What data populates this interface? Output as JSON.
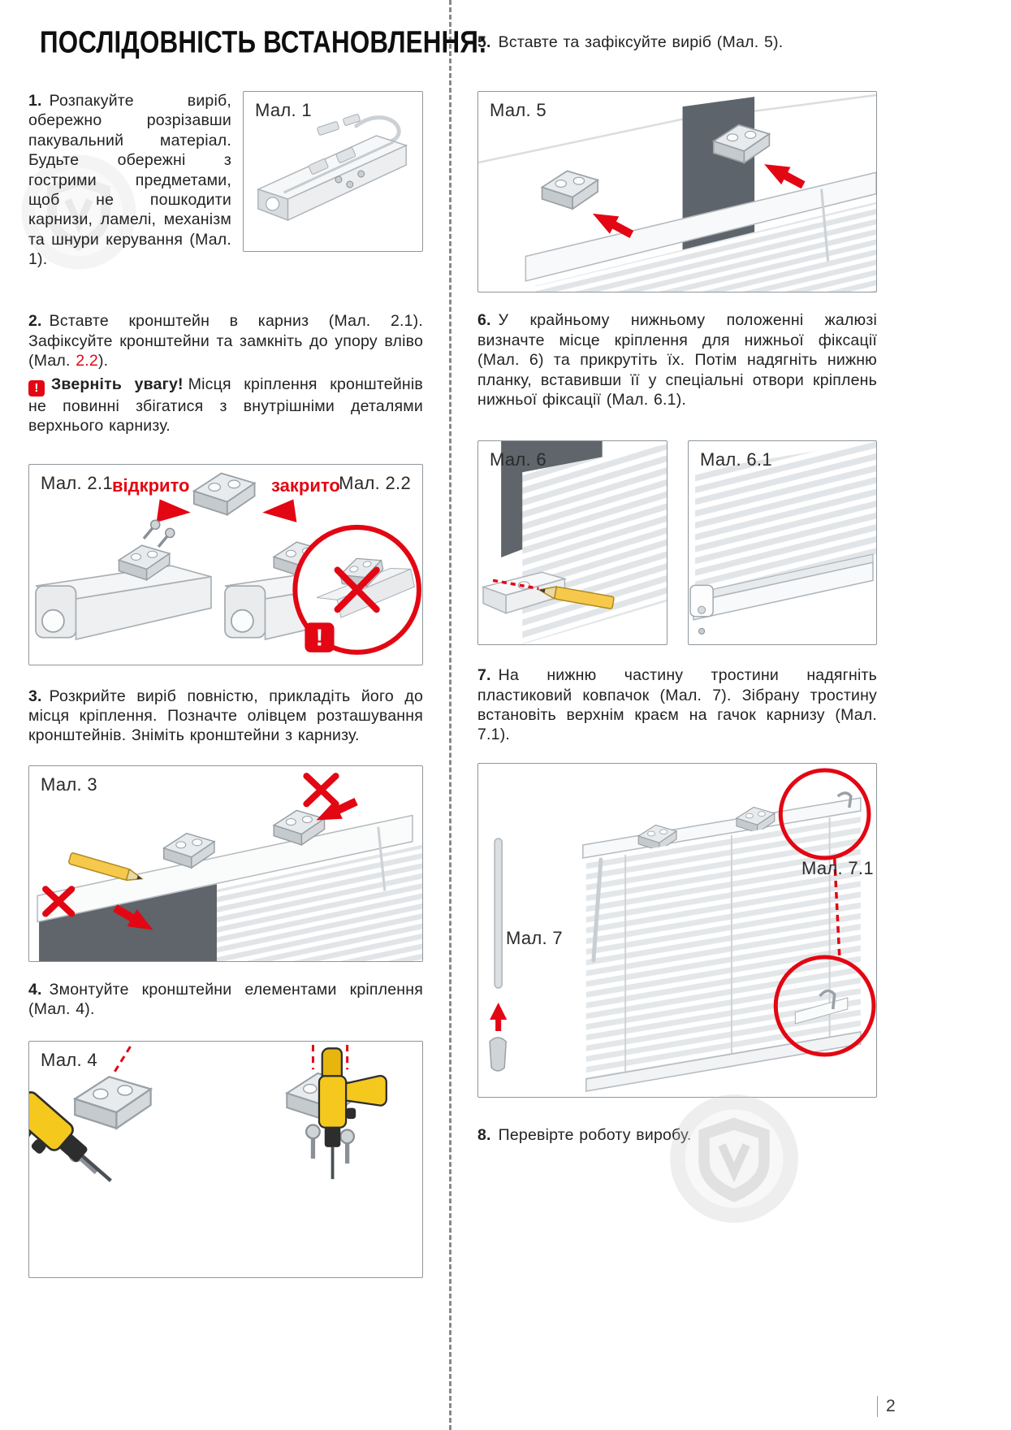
{
  "title": "ПОСЛІДОВНІСТЬ ВСТАНОВЛЕННЯ:",
  "page": {
    "number": "2"
  },
  "accent_red": "#e30613",
  "steps": {
    "s1": {
      "num": "1.",
      "text": "Розпакуйте виріб, обережно розрізавши пакувальний матеріал. Будьте обережні з гострими предметами, щоб не пошкодити карнизи, ламелі, механізм та шнури керування (Мал. 1)."
    },
    "s2": {
      "num": "2.",
      "text_a": "Вставте кронштейн в карниз (Мал. 2.1). Зафіксуйте кронштейни та замкніть до упору вліво (Мал. ",
      "text_red": "2.2",
      "text_b": ")."
    },
    "s2_warning": {
      "icon": "!",
      "bold": "Зверніть увагу!",
      "text": "Місця кріплення кронштейнів не повинні збігатися з внутрішніми деталями верхнього карнизу."
    },
    "s3": {
      "num": "3.",
      "text": "Розкрийте виріб повністю, прикладіть його до місця кріплення. Позначте олівцем розташування кронштейнів. Зніміть кронштейни з карнизу."
    },
    "s4": {
      "num": "4.",
      "text": "Змонтуйте кронштейни елементами кріплення (Мал. 4)."
    },
    "s5": {
      "num": "5.",
      "text": "Вставте та зафіксуйте виріб (Мал. 5)."
    },
    "s6": {
      "num": "6.",
      "text": "У крайньому нижньому положенні жалюзі визначте місце кріплення для нижньої фіксації (Мал. 6) та прикрутіть їх. Потім надягніть нижню планку, вставивши її у спеціальні отвори кріплень нижньої фіксації (Мал. 6.1)."
    },
    "s7": {
      "num": "7.",
      "text": "На нижню частину тростини надягніть пластиковий ковпачок (Мал. 7). Зібрану тростину встановіть верхнім краєм на гачок карнизу (Мал. 7.1)."
    },
    "s8": {
      "num": "8.",
      "text": "Перевірте роботу виробу."
    }
  },
  "figures": {
    "f1": {
      "label": "Мал. 1"
    },
    "f2": {
      "label_left": "Мал. 2.1",
      "state_open": "відкрито",
      "state_closed": "закрито",
      "label_right": "Мал. 2.2",
      "warning_mark": "!"
    },
    "f3": {
      "label": "Мал. 3"
    },
    "f4": {
      "label": "Мал. 4"
    },
    "f5": {
      "label": "Мал. 5"
    },
    "f6": {
      "label": "Мал. 6"
    },
    "f61": {
      "label": "Мал. 6.1"
    },
    "f7": {
      "label": "Мал. 7",
      "label_inset": "Мал. 7.1"
    }
  }
}
